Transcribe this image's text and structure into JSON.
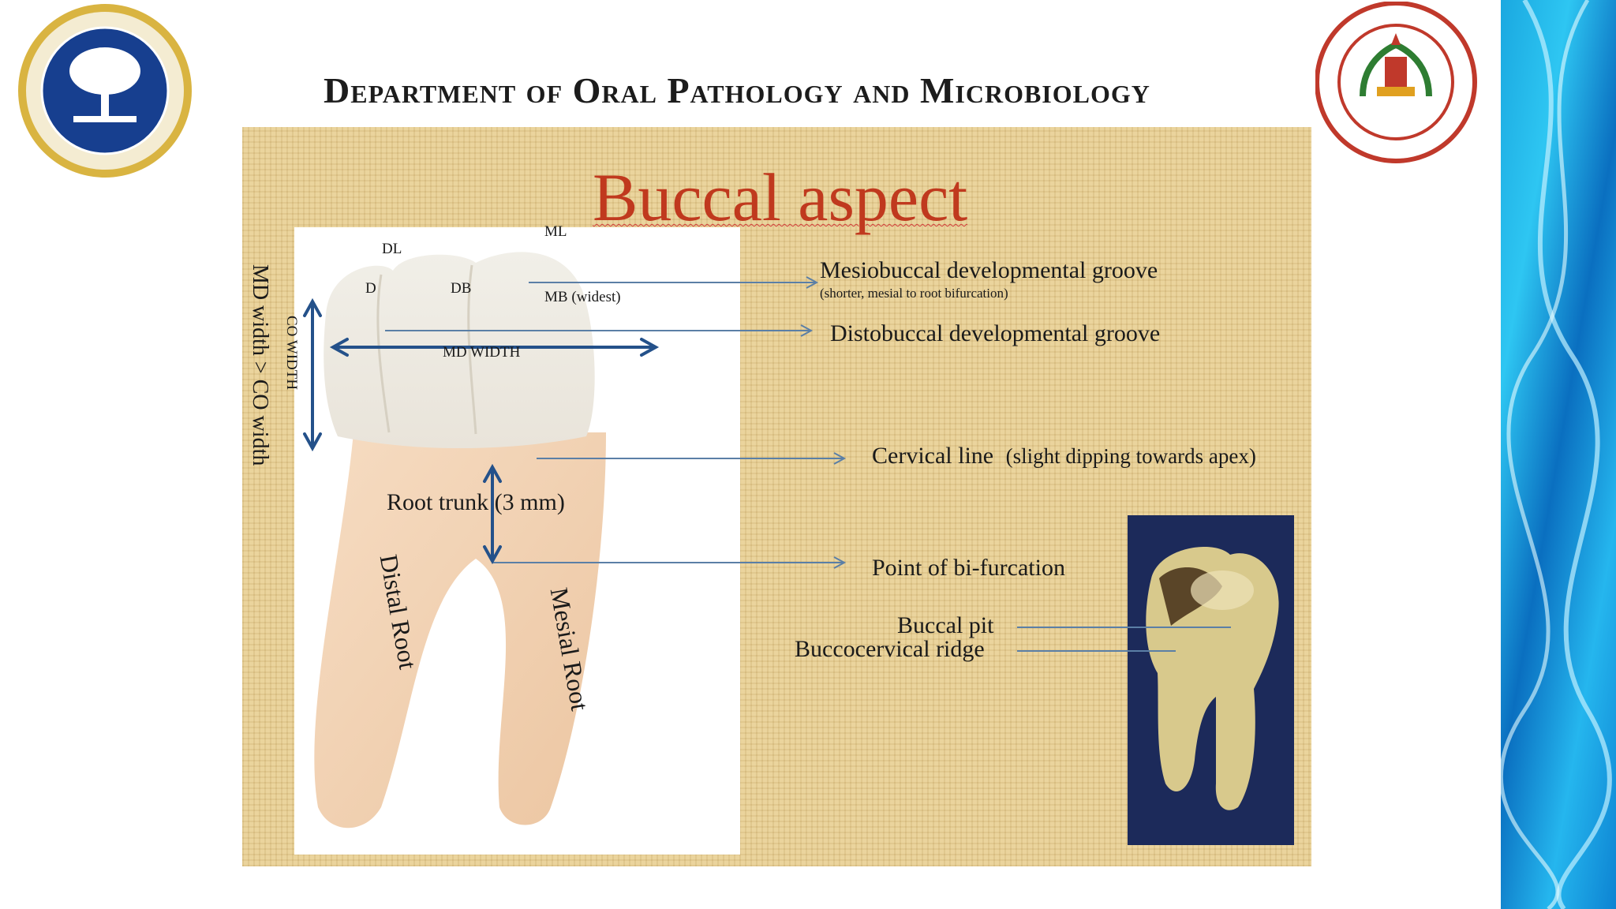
{
  "header": {
    "department": "Department of Oral Pathology and Microbiology"
  },
  "slide": {
    "title": "Buccal aspect"
  },
  "tooth_labels": {
    "dl": "DL",
    "ml": "ML",
    "d": "D",
    "db": "DB",
    "mb": "MB (widest)",
    "md_width": "MD WIDTH",
    "co_width": "CO WIDTH",
    "side_note": "MD width > CO width",
    "root_trunk": "Root trunk (3 mm)",
    "distal_root": "Distal Root",
    "mesial_root": "Mesial Root"
  },
  "annotations": {
    "mesiobuccal": "Mesiobuccal developmental groove",
    "mesiobuccal_note": "(shorter, mesial to root bifurcation)",
    "distobuccal": "Distobuccal developmental groove",
    "cervical": "Cervical line",
    "cervical_note": "(slight dipping towards apex)",
    "bifurcation": "Point of bi-furcation",
    "buccal_pit": "Buccal pit",
    "buccocervical": "Buccocervical ridge"
  },
  "colors": {
    "title": "#c0391e",
    "arrow": "#5b7fa6",
    "width_arrow": "#24518a"
  }
}
